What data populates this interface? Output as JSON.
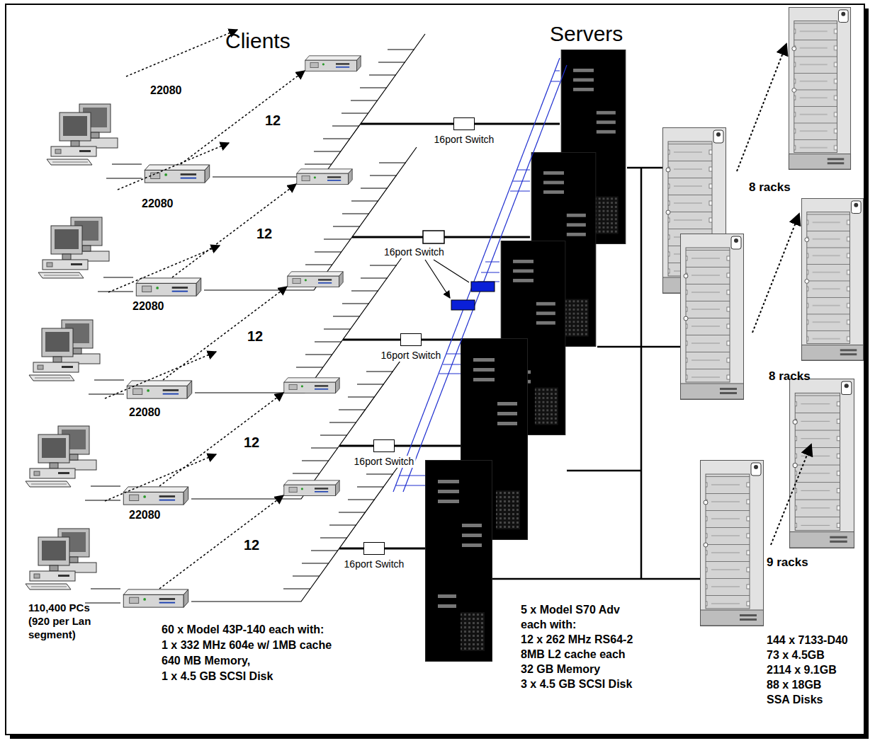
{
  "diagram": {
    "nodes": [
      {
        "text": [
          "16port Switch"
        ]
      },
      {
        "text": [
          "16port Switch"
        ]
      },
      {
        "text": [
          "16port Switch"
        ]
      },
      {
        "text": [
          "16port Switch"
        ]
      }
    ],
    "labels": [
      "Clients",
      "Servers",
      "22080",
      "12",
      "22080",
      "12",
      "16port Switch",
      "22080",
      "12",
      "22080",
      "12",
      "22080",
      "12",
      "8 racks",
      "8 racks",
      "9 racks",
      "110,400 PCs",
      "(920 per Lan",
      "segment)",
      "60 x Model 43P-140 each with:",
      "1 x 332 MHz 604e w/ 1MB cache",
      "640 MB Memory,",
      "1 x 4.5 GB SCSI Disk",
      "5 x Model S70 Adv",
      "each with:",
      "12 x 262 MHz RS64-2",
      "8MB L2 cache each",
      "32 GB Memory",
      "3 x 4.5 GB SCSI Disk",
      "144 x 7133-D40",
      "73 x 4.5GB",
      "2114 x 9.1GB",
      "88 x 18GB",
      "SSA Disks"
    ]
  }
}
